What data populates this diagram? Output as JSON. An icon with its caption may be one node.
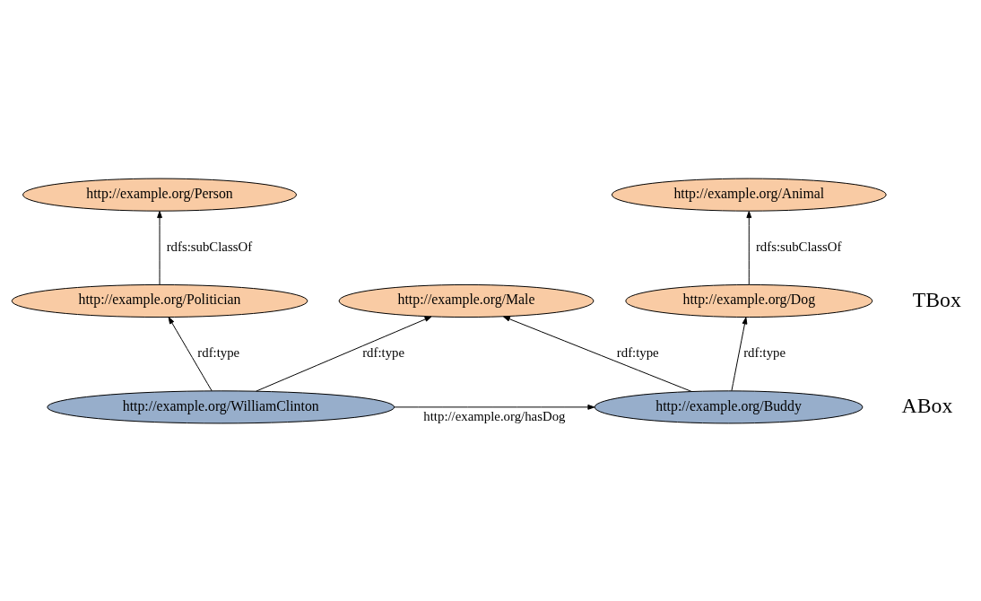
{
  "diagram": {
    "nodes": [
      {
        "text": [
          "http://example.org/Person"
        ]
      },
      {
        "text": [
          "http://example.org/Animal"
        ]
      },
      {
        "text": [
          "http://example.org/Politician"
        ]
      },
      {
        "text": [
          "http://example.org/Dog"
        ]
      },
      {
        "text": [
          "http://example.org/Male"
        ]
      },
      {
        "text": [
          "http://example.org/WilliamClinton"
        ]
      },
      {
        "text": [
          "http://example.org/Buddy"
        ]
      }
    ],
    "edges": [
      {
        "from": 2,
        "to": 0,
        "arrow": "to",
        "label": "rdfs:subClassOf"
      },
      {
        "from": 3,
        "to": 1,
        "arrow": "to",
        "label": "rdfs:subClassOf"
      },
      {
        "from": 5,
        "to": 2,
        "arrow": "to",
        "label": "rdf:type"
      },
      {
        "from": 5,
        "to": 4,
        "arrow": "to",
        "label": "rdf:type"
      },
      {
        "from": 6,
        "to": 4,
        "arrow": "to",
        "label": "rdf:type"
      },
      {
        "from": 6,
        "to": 3,
        "arrow": "to",
        "label": "rdf:type"
      },
      {
        "from": 5,
        "to": 6,
        "arrow": "to",
        "label": "http://example.org/hasDog"
      }
    ],
    "labels": [
      "TBox",
      "ABox"
    ]
  }
}
